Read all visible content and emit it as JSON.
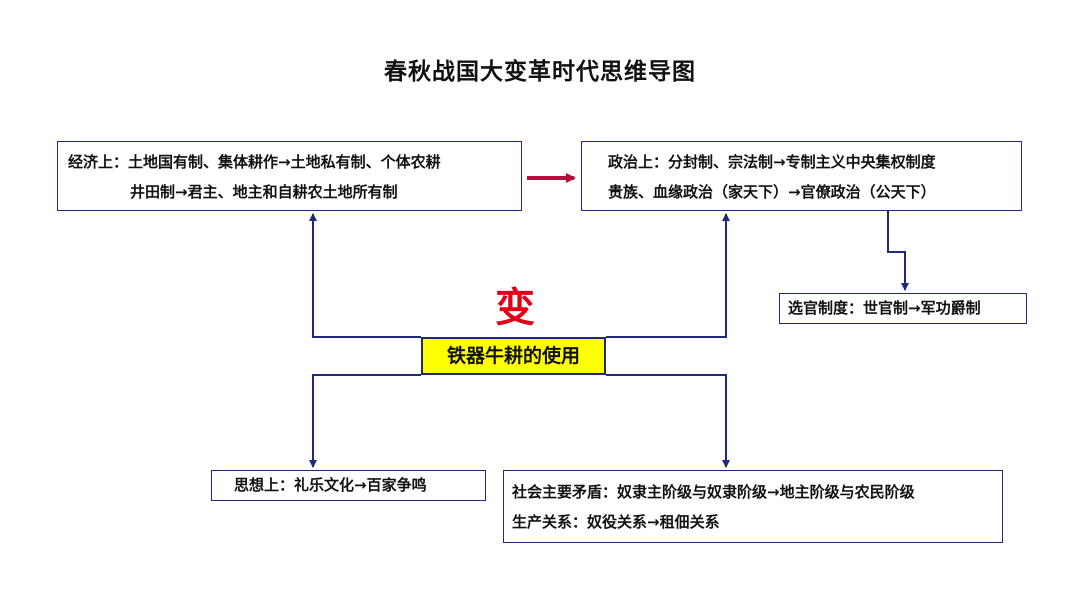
{
  "title": "春秋战国大变革时代思维导图",
  "center": {
    "label": "铁器牛耕的使用",
    "change_char": "变"
  },
  "economy": {
    "line1": "经济上：土地国有制、集体耕作→土地私有制、个体农耕",
    "line2": "井田制→君主、地主和自耕农土地所有制"
  },
  "politics": {
    "line1": "政治上：分封制、宗法制→专制主义中央集权制度",
    "line2": "贵族、血缘政治（家天下）→官僚政治（公天下）"
  },
  "official_selection": {
    "text": "选官制度：世官制→军功爵制"
  },
  "thought": {
    "text": "思想上：礼乐文化→百家争鸣"
  },
  "society": {
    "line1": "社会主要矛盾：奴隶主阶级与奴隶阶级→地主阶级与农民阶级",
    "line2": "生产关系：奴役关系→租佃关系"
  },
  "colors": {
    "connector": "#1f2a7a",
    "accent_arrow": "#b0103a",
    "change_char": "#e0001b",
    "center_fill": "#ffff00"
  }
}
